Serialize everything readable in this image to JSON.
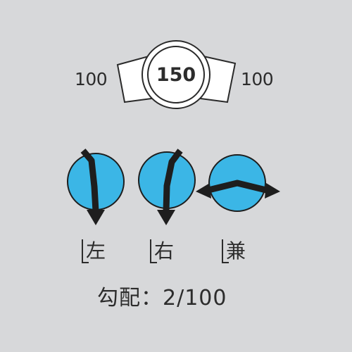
{
  "lane_widths": {
    "left": "100",
    "center": "150",
    "right": "100"
  },
  "signals": [
    {
      "label": "左",
      "icon": "turn-left-arrow-icon"
    },
    {
      "label": "右",
      "icon": "turn-right-arrow-icon"
    },
    {
      "label": "兼",
      "icon": "both-directions-arrow-icon"
    }
  ],
  "gradient_text": "勾配：2/100",
  "colors": {
    "background": "#d7d8da",
    "circle_fill": "#3bb6e6",
    "stroke": "#1e1e1e"
  }
}
